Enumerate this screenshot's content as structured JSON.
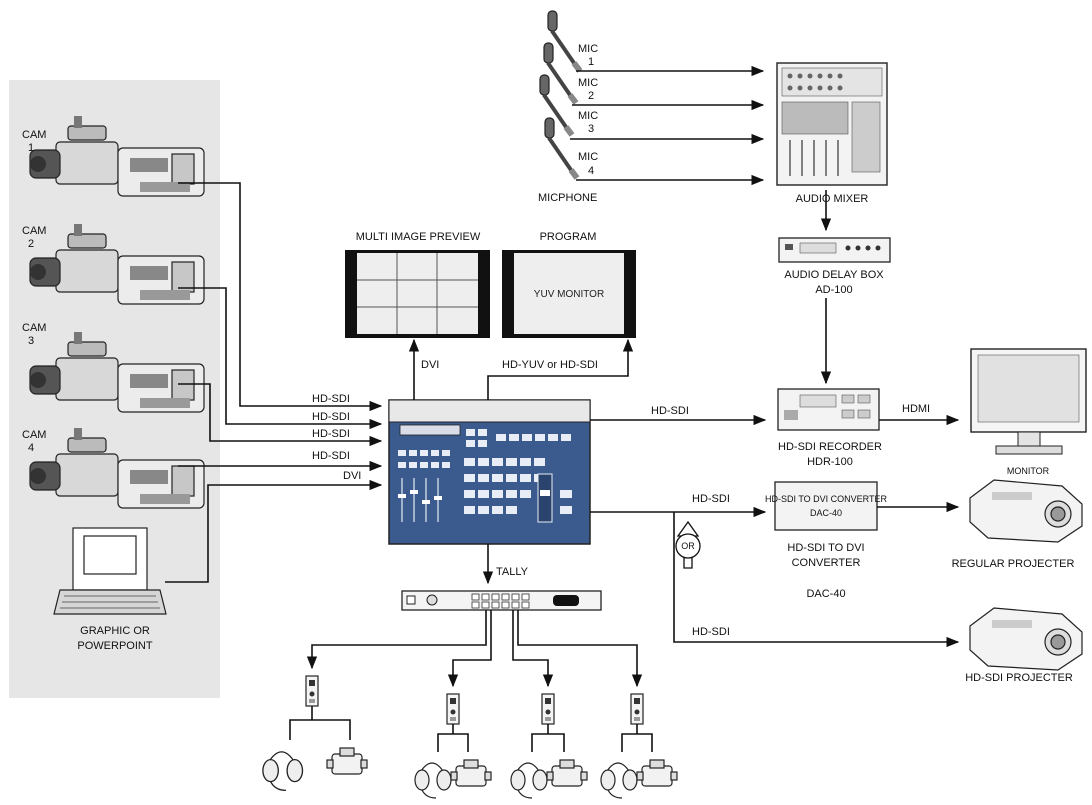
{
  "cameras": [
    {
      "label_line1": "CAM",
      "label_line2": "1",
      "signal": "HD-SDI"
    },
    {
      "label_line1": "CAM",
      "label_line2": "2",
      "signal": "HD-SDI"
    },
    {
      "label_line1": "CAM",
      "label_line2": "3",
      "signal": "HD-SDI"
    },
    {
      "label_line1": "CAM",
      "label_line2": "4",
      "signal": "HD-SDI"
    }
  ],
  "computer": {
    "label_line1": "GRAPHIC OR",
    "label_line2": "POWERPOINT",
    "signal": "DVI"
  },
  "microphones": [
    {
      "label_line1": "MIC",
      "label_line2": "1"
    },
    {
      "label_line1": "MIC",
      "label_line2": "2"
    },
    {
      "label_line1": "MIC",
      "label_line2": "3"
    },
    {
      "label_line1": "MIC",
      "label_line2": "4"
    }
  ],
  "micphone_label": "MICPHONE",
  "audio_mixer": {
    "label": "AUDIO MIXER"
  },
  "audio_delay": {
    "label_line1": "AUDIO DELAY BOX",
    "label_line2": "AD-100"
  },
  "preview_monitor": {
    "label": "MULTI IMAGE PREVIEW",
    "signal": "DVI"
  },
  "program_monitor": {
    "label": "PROGRAM",
    "screen_text": "YUV MONITOR",
    "signal": "HD-YUV or HD-SDI"
  },
  "recorder": {
    "signal_in": "HD-SDI",
    "label_line1": "HD-SDI RECORDER",
    "label_line2": "HDR-100",
    "signal_out": "HDMI"
  },
  "monitor": {
    "label": "MONITOR"
  },
  "converter": {
    "signal_in": "HD-SDI",
    "label_line1": "HD-SDI TO DVI",
    "label_line2": "CONVERTER",
    "label_line3": "DAC-40",
    "front_text": "HD-SDI TO DVI CONVERTER",
    "front_model": "DAC-40"
  },
  "or_label": "OR",
  "regular_projector": {
    "label": "REGULAR PROJECTER"
  },
  "sdi_projector": {
    "signal_in": "HD-SDI",
    "label": "HD-SDI PROJECTER"
  },
  "tally": {
    "label": "TALLY"
  },
  "colors": {
    "switcher_panel": "#3b5b8f",
    "switcher_top": "#e8e8e8",
    "side_panel": "#e6e6e6"
  }
}
